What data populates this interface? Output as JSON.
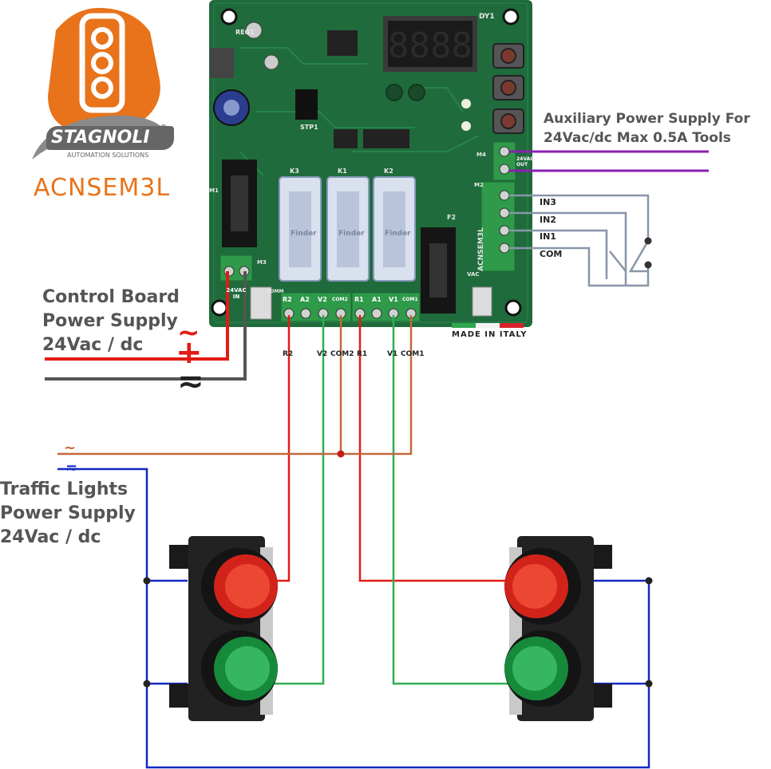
{
  "brand": {
    "company": "STAGNOLI",
    "registered": "®",
    "tagline": "AUTOMATION SOLUTIONS",
    "product": "ACNSEM3L"
  },
  "labels": {
    "aux_line1": "Auxiliary Power Supply For",
    "aux_line2": "24Vac/dc Max 0.5A Tools",
    "ctrl_line1": "Control Board",
    "ctrl_line2": "Power Supply",
    "ctrl_line3": "24Vac / dc",
    "tl_line1": "Traffic Lights",
    "tl_line2": "Power Supply",
    "tl_line3": "24Vac / dc"
  },
  "board": {
    "made_in": "MADE IN ITALY",
    "silk_product": "ACNSEM3L",
    "display_ref": "DY1",
    "reg": "REG1",
    "stp": "STP1",
    "vac_in": "24VAC IN",
    "vac_out": "24VAC OUT",
    "vac": "VAC",
    "f2": "F2",
    "comm": "COMM",
    "m1": "M1",
    "m2": "M2",
    "m3": "M3",
    "m4": "M4",
    "relays": [
      "K3",
      "K1",
      "K2"
    ],
    "relay_brand": "Finder",
    "terminals": [
      "R2",
      "A2",
      "V2",
      "COM2",
      "R1",
      "A1",
      "V1",
      "COM1"
    ],
    "inputs": [
      "IN3",
      "IN2",
      "IN1",
      "COM"
    ]
  },
  "wires": [
    "R2",
    "V2",
    "COM2",
    "R1",
    "V1",
    "COM1"
  ],
  "symbols": {
    "ac": "~",
    "plus": "+",
    "minus": "−",
    "ac_dc": "≂"
  },
  "colors": {
    "pcb": "#1f6b3c",
    "terminal": "#2e9a4a",
    "red_wire": "#e31b14",
    "grey_wire": "#555555",
    "green_wire": "#2fae53",
    "brown_wire": "#c2693a",
    "blue_wire": "#1229c2",
    "purple_wire": "#8a1fb0",
    "input_wire": "#8896a8",
    "orange": "#e8731a"
  }
}
